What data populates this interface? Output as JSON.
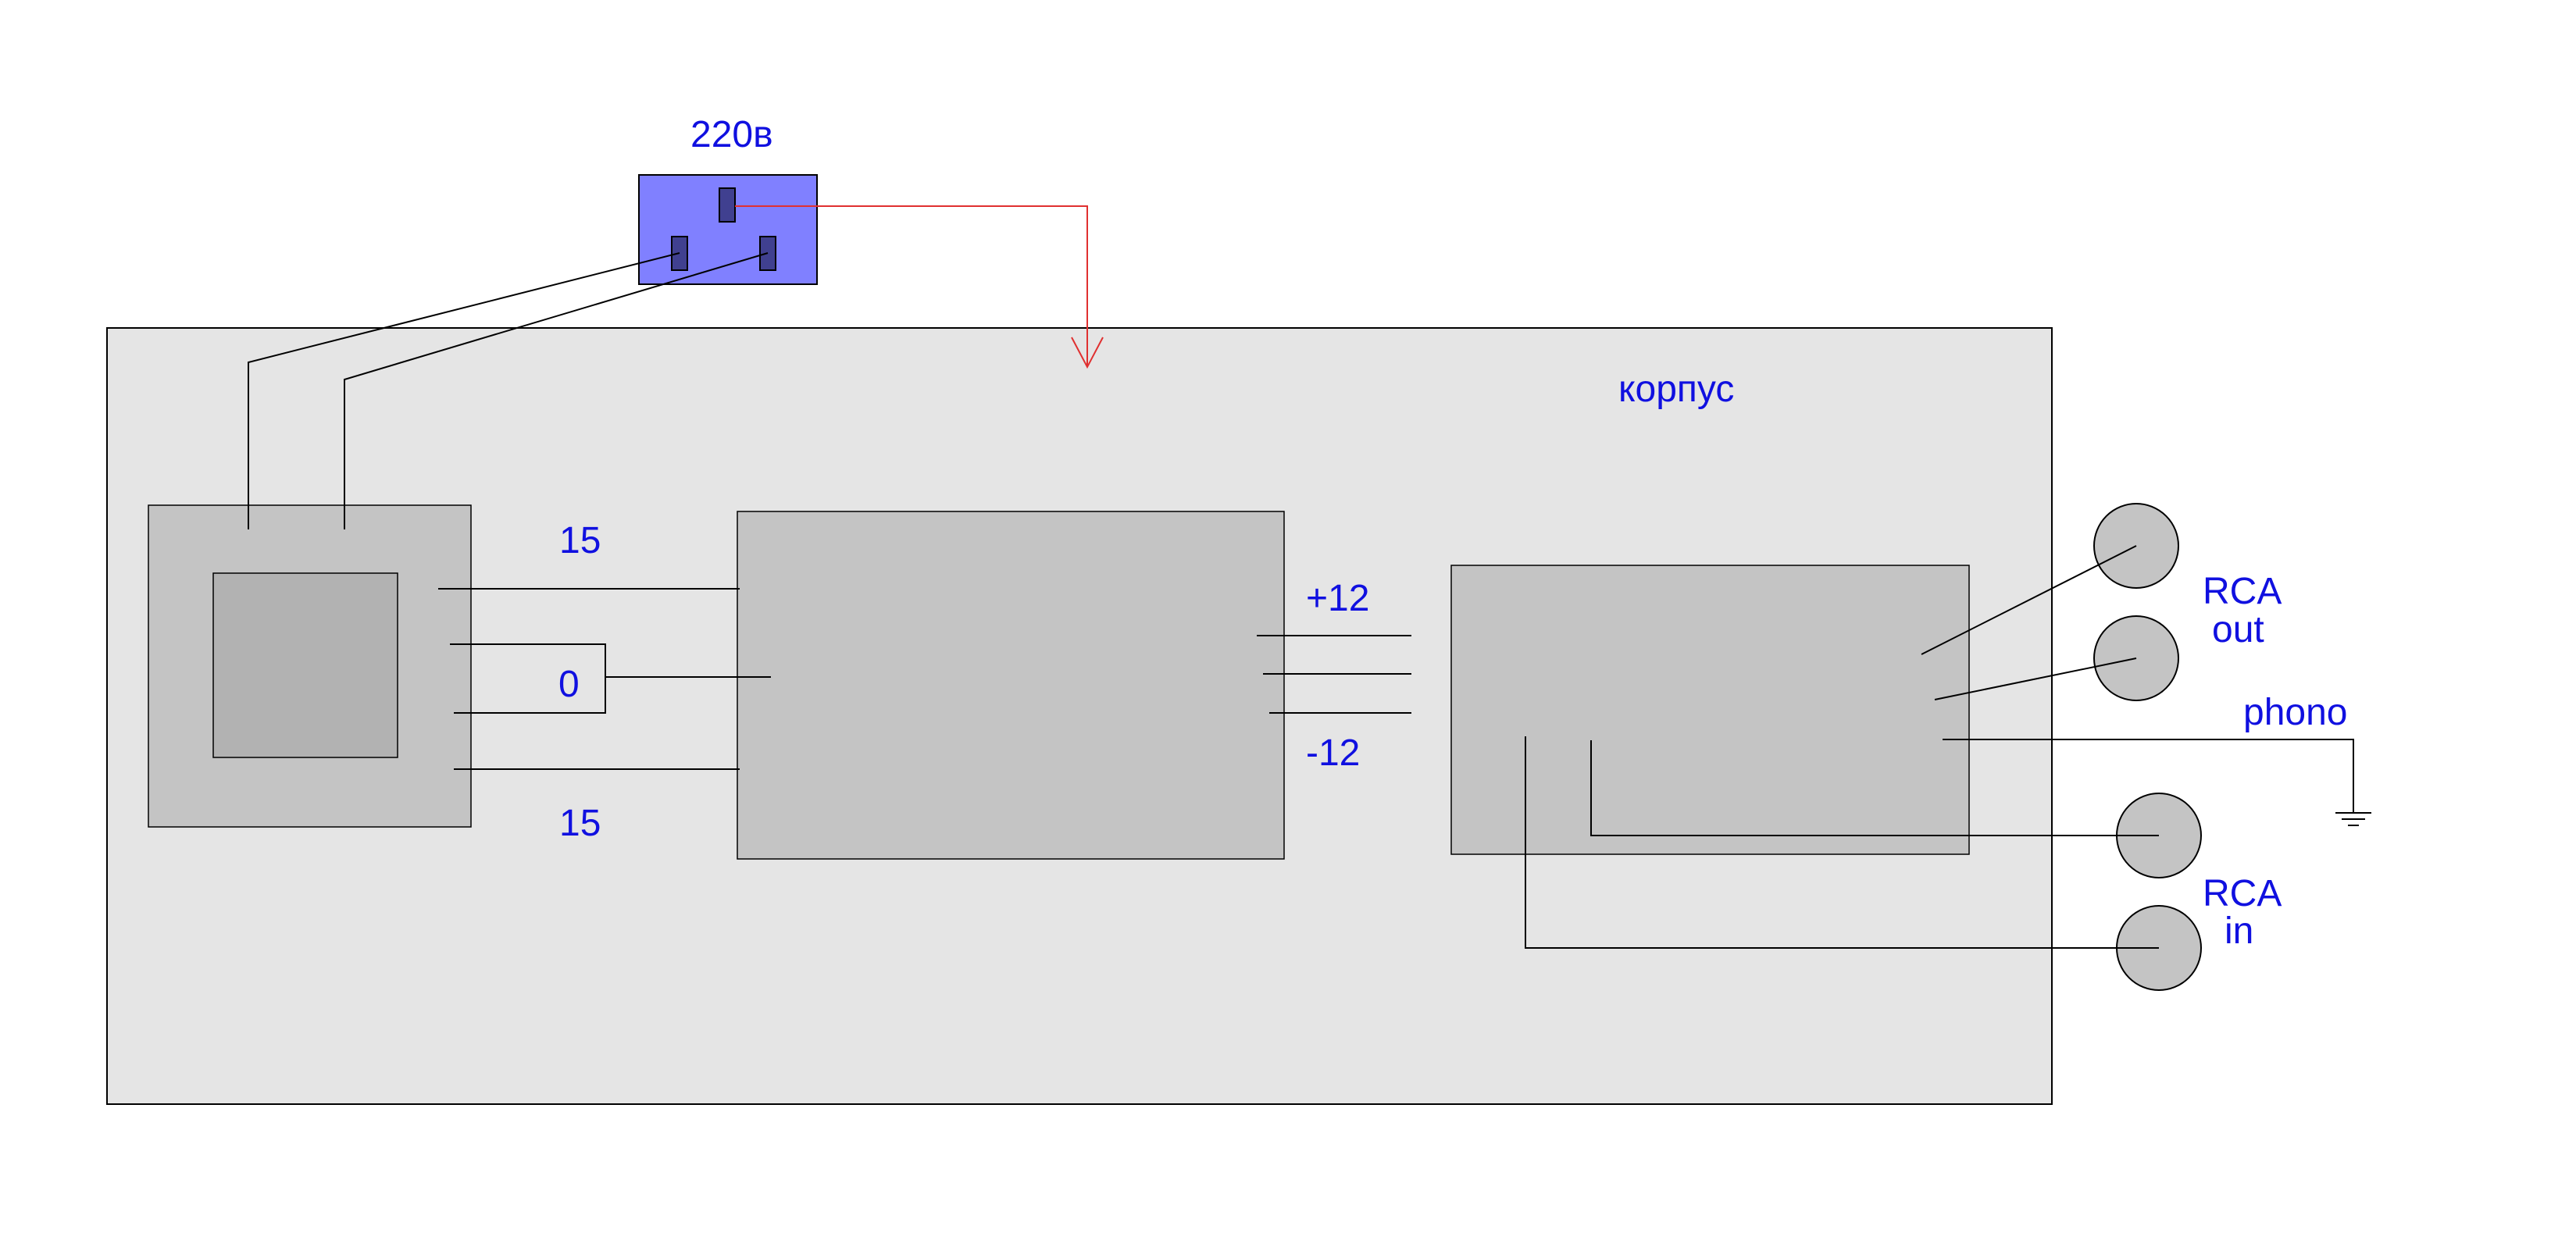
{
  "labels": {
    "mains": "220в",
    "case": "корпус",
    "tap_top": "15",
    "tap_center": "0",
    "tap_bottom": "15",
    "plus_rail": "+12",
    "minus_rail": "-12",
    "rca": "RCA",
    "out": "out",
    "phono": "phono",
    "rca_in": "RCA",
    "in": "in"
  },
  "colors": {
    "case_fill": "#e5e5e5",
    "block_fill": "#c4c4c4",
    "core_fill": "#b2b2b2",
    "socket_fill": "#8080ff",
    "pin_fill": "#404090",
    "wire": "#000000",
    "phase_wire": "#e03030",
    "label": "#1010e0"
  }
}
